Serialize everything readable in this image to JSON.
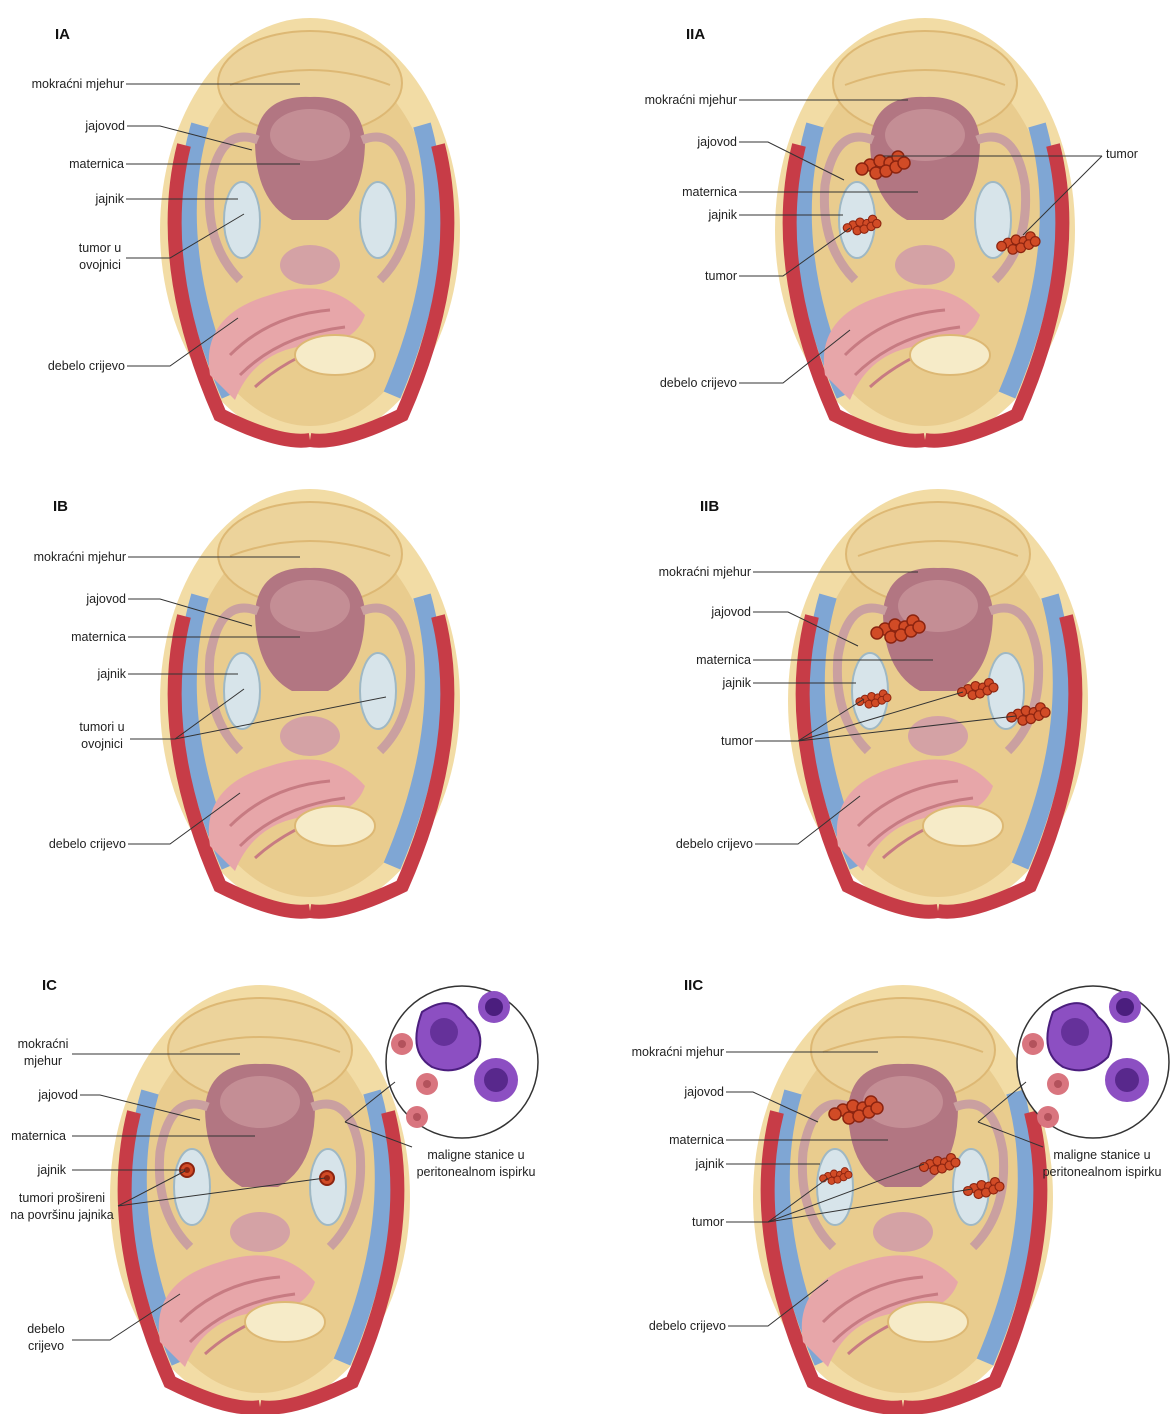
{
  "colors": {
    "fat": "#f2dca5",
    "fat_shade": "#ddb874",
    "bladder": "#ecd39b",
    "uterus": "#b27682",
    "uterus_light": "#d4a2a5",
    "tube": "#caa0a0",
    "ovary": "#d7e4ea",
    "vein": "#7fa6d4",
    "artery": "#c73c47",
    "colon": "#e7a6a9",
    "colon_fold": "#c77b82",
    "tumor": "#d14b26",
    "tumor_dark": "#8c2410",
    "cell_purple": "#8c4fc2",
    "cell_dark": "#4b1e7e",
    "rbc": "#d9757f"
  },
  "panels": [
    {
      "stage": "IA",
      "labels": {
        "bladder": "mokraćni mjehur",
        "tube": "jajovod",
        "uterus": "maternica",
        "ovary": "jajnik",
        "tumor_1": "tumor u",
        "tumor_2": "ovojnici",
        "colon": "debelo crijevo"
      }
    },
    {
      "stage": "IIA",
      "labels": {
        "bladder": "mokraćni mjehur",
        "tube": "jajovod",
        "tumor_right": "tumor",
        "uterus": "maternica",
        "ovary": "jajnik",
        "tumor": "tumor",
        "colon": "debelo crijevo"
      }
    },
    {
      "stage": "IB",
      "labels": {
        "bladder": "mokraćni mjehur",
        "tube": "jajovod",
        "uterus": "maternica",
        "ovary": "jajnik",
        "tumor_1": "tumori u",
        "tumor_2": "ovojnici",
        "colon": "debelo crijevo"
      }
    },
    {
      "stage": "IIB",
      "labels": {
        "bladder": "mokraćni mjehur",
        "tube": "jajovod",
        "uterus": "maternica",
        "ovary": "jajnik",
        "tumor": "tumor",
        "colon": "debelo crijevo"
      }
    },
    {
      "stage": "IC",
      "labels": {
        "bladder_1": "mokraćni",
        "bladder_2": "mjehur",
        "tube": "jajovod",
        "uterus": "maternica",
        "ovary": "jajnik",
        "tumor_1": "tumori prošireni",
        "tumor_2": "na površinu jajnika",
        "colon_1": "debelo",
        "colon_2": "crijevo",
        "cells_1": "maligne stanice u",
        "cells_2": "peritonealnom ispirku"
      }
    },
    {
      "stage": "IIC",
      "labels": {
        "bladder": "mokraćni mjehur",
        "tube": "jajovod",
        "uterus": "maternica",
        "ovary": "jajnik",
        "tumor": "tumor",
        "colon": "debelo crijevo",
        "cells_1": "maligne stanice u",
        "cells_2": "peritonealnom ispirku"
      }
    }
  ]
}
